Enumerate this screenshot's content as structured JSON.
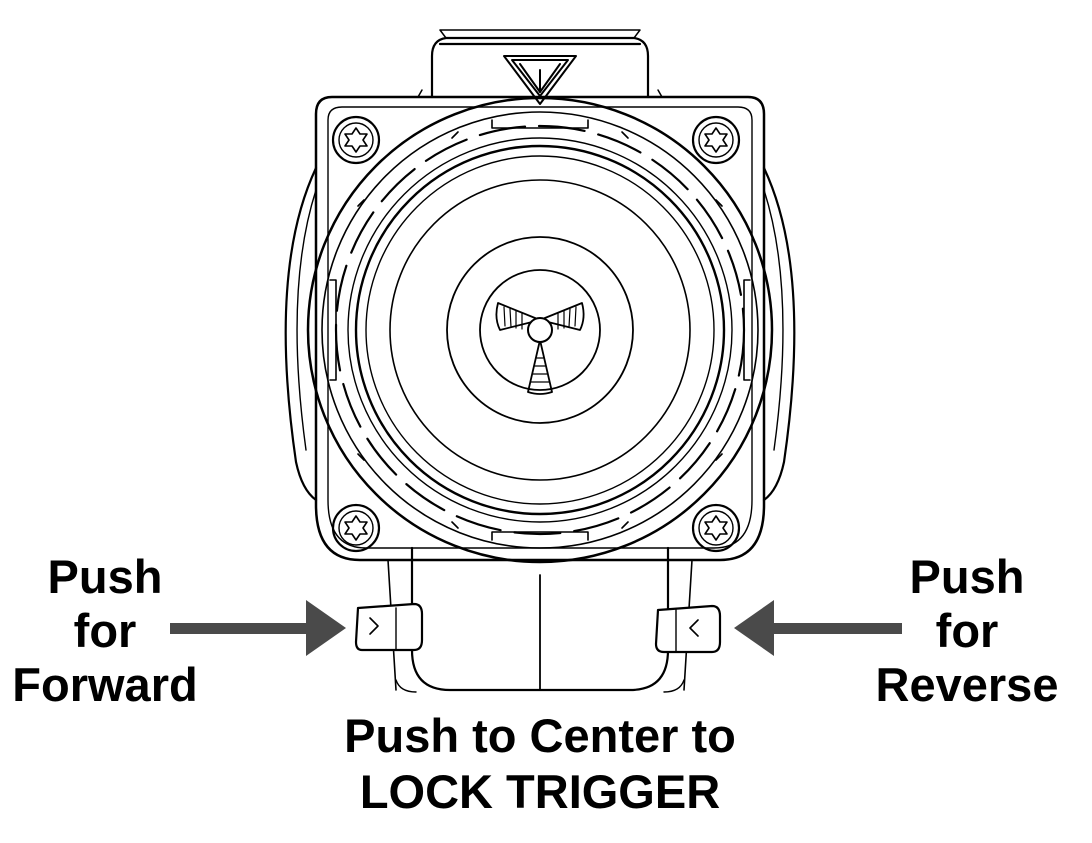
{
  "labels": {
    "left": [
      "Push",
      "for",
      "Forward"
    ],
    "right": [
      "Push",
      "for",
      "Reverse"
    ],
    "bottom": [
      "Push to Center to",
      "LOCK TRIGGER"
    ]
  },
  "colors": {
    "ink": "#000000",
    "arrow": "#4a4a4a",
    "background": "#ffffff"
  },
  "icons": {
    "screw": "torx-screw-icon",
    "arrow": "arrow-icon"
  }
}
